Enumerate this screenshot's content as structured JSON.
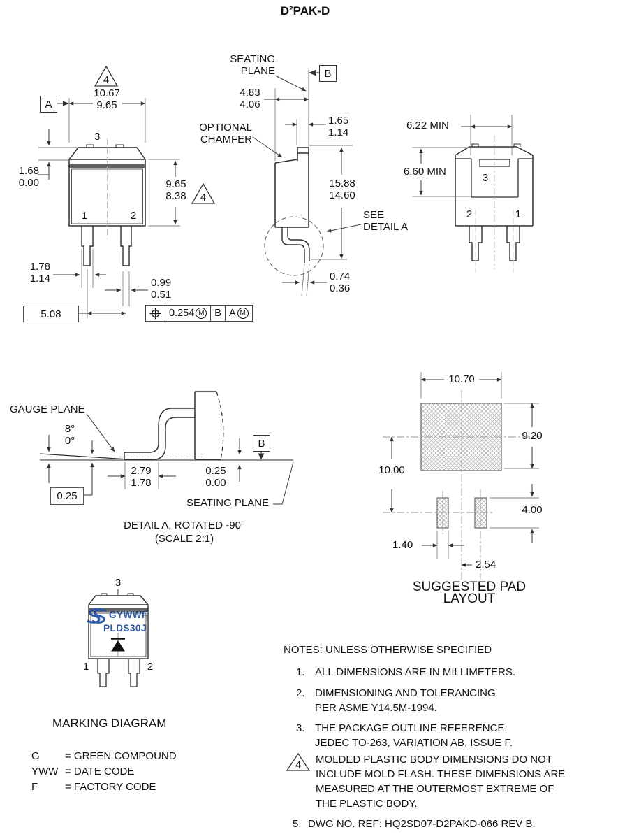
{
  "title": "D²PAK-D",
  "front_view": {
    "flag4": "4",
    "datum_a": "A",
    "dim_width": "10.67\n9.65",
    "pin3": "3",
    "dim_pocket": "1.68\n0.00",
    "dim_height": "9.65\n8.38",
    "pin1": "1",
    "pin2": "2",
    "dim_lead_width": "1.78\n1.14",
    "dim_lead_thickness": "0.99\n0.51",
    "dim_pitch": "5.08",
    "fcf": {
      "tolerance": "0.254",
      "modifier1": "M",
      "datum1": "B",
      "datum2": "A",
      "modifier2": "M"
    }
  },
  "side_view": {
    "seating_plane_label": "SEATING\nPLANE",
    "datum_b": "B",
    "dim_body_depth": "4.83\n4.06",
    "optional_chamfer_label": "OPTIONAL\nCHAMFER",
    "dim_tab_thickness": "1.65\n1.14",
    "dim_overall_length": "15.88\n14.60",
    "see_detail_label": "SEE\nDETAIL A",
    "dim_foot_thickness": "0.74\n0.36"
  },
  "back_view": {
    "dim_tab_width": "6.22 MIN",
    "dim_tab_height": "6.60 MIN",
    "pin3": "3",
    "pin2": "2",
    "pin1": "1"
  },
  "detail_a": {
    "gauge_plane_label": "GAUGE PLANE",
    "angle": "8°\n0°",
    "dim_gauge": "0.25",
    "dim_foot_length": "2.79\n1.78",
    "dim_standoff": "0.25\n0.00",
    "datum_b": "B",
    "seating_plane_label": "SEATING PLANE",
    "caption_line1": "DETAIL A, ROTATED -90°",
    "caption_line2": "(SCALE 2:1)"
  },
  "pad_layout": {
    "dim_pad_width": "10.70",
    "dim_pad_height": "9.20",
    "dim_pitch_vertical": "10.00",
    "dim_small_pad_height": "4.00",
    "dim_small_pad_width": "1.40",
    "dim_pad_offset": "2.54",
    "caption": "SUGGESTED PAD LAYOUT"
  },
  "marking": {
    "pin3": "3",
    "pin1": "1",
    "pin2": "2",
    "code_line1": "GYWWF",
    "code_line2": "PLDS30J",
    "caption": "MARKING DIAGRAM",
    "legend": [
      {
        "key": "G",
        "desc": "= GREEN COMPOUND"
      },
      {
        "key": "YWW",
        "desc": "= DATE CODE"
      },
      {
        "key": "F",
        "desc": "= FACTORY CODE"
      }
    ],
    "logo_color": "#2b55a5"
  },
  "notes": {
    "header": "NOTES: UNLESS OTHERWISE SPECIFIED",
    "items": [
      {
        "num": "1.",
        "text": "ALL DIMENSIONS ARE IN MILLIMETERS."
      },
      {
        "num": "2.",
        "text": "DIMENSIONING AND TOLERANCING\nPER ASME Y14.5M-1994."
      },
      {
        "num": "3.",
        "text": "THE PACKAGE OUTLINE REFERENCE:\nJEDEC TO-263, VARIATION AB, ISSUE F."
      },
      {
        "num": "4",
        "text": "MOLDED PLASTIC BODY DIMENSIONS DO NOT\nINCLUDE MOLD FLASH.  THESE DIMENSIONS ARE\nMEASURED AT THE OUTERMOST EXTREME OF\nTHE PLASTIC BODY."
      },
      {
        "num": "5.",
        "text": "DWG NO. REF: HQ2SD07-D2PAKD-066  REV B."
      }
    ]
  }
}
